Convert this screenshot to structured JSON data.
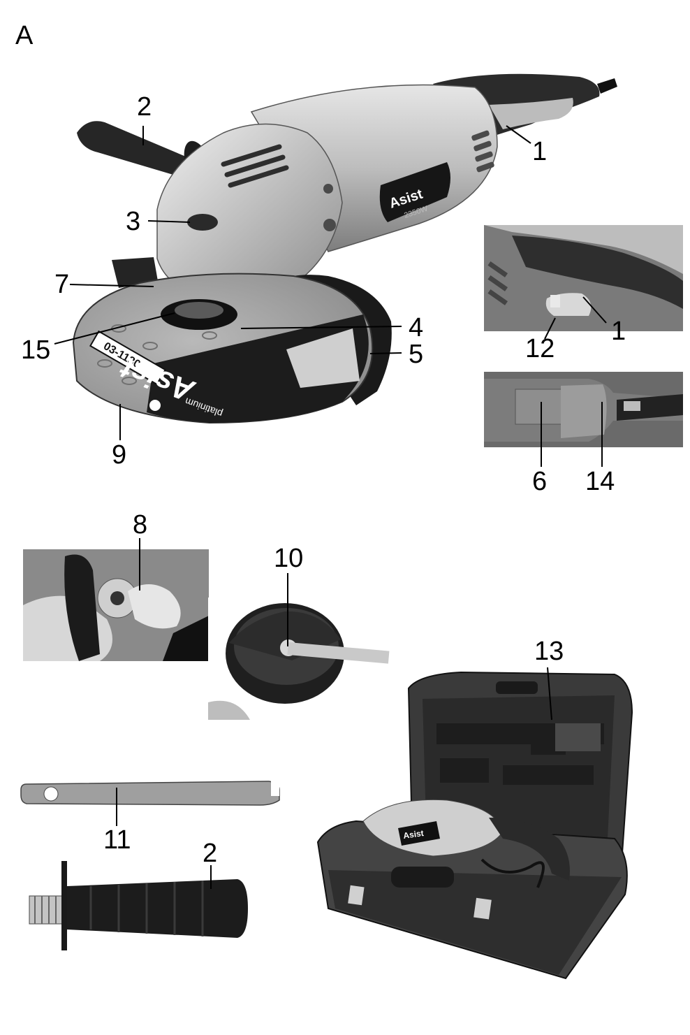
{
  "page": {
    "figure_letter": "A"
  },
  "grinder": {
    "brand": "Asist",
    "model_mark": "2350W",
    "disc_code": "03-1130",
    "disc_brand": "Asist",
    "disc_line": "platinium"
  },
  "case_grinder": {
    "brand": "Asist"
  },
  "callouts": {
    "c1_main": "1",
    "c2_main": "2",
    "c3": "3",
    "c4": "4",
    "c5": "5",
    "c6": "6",
    "c7": "7",
    "c8": "8",
    "c9": "9",
    "c10": "10",
    "c11": "11",
    "c12": "12",
    "c13": "13",
    "c14": "14",
    "c15": "15",
    "c1_detail": "1",
    "c2_handle": "2"
  }
}
